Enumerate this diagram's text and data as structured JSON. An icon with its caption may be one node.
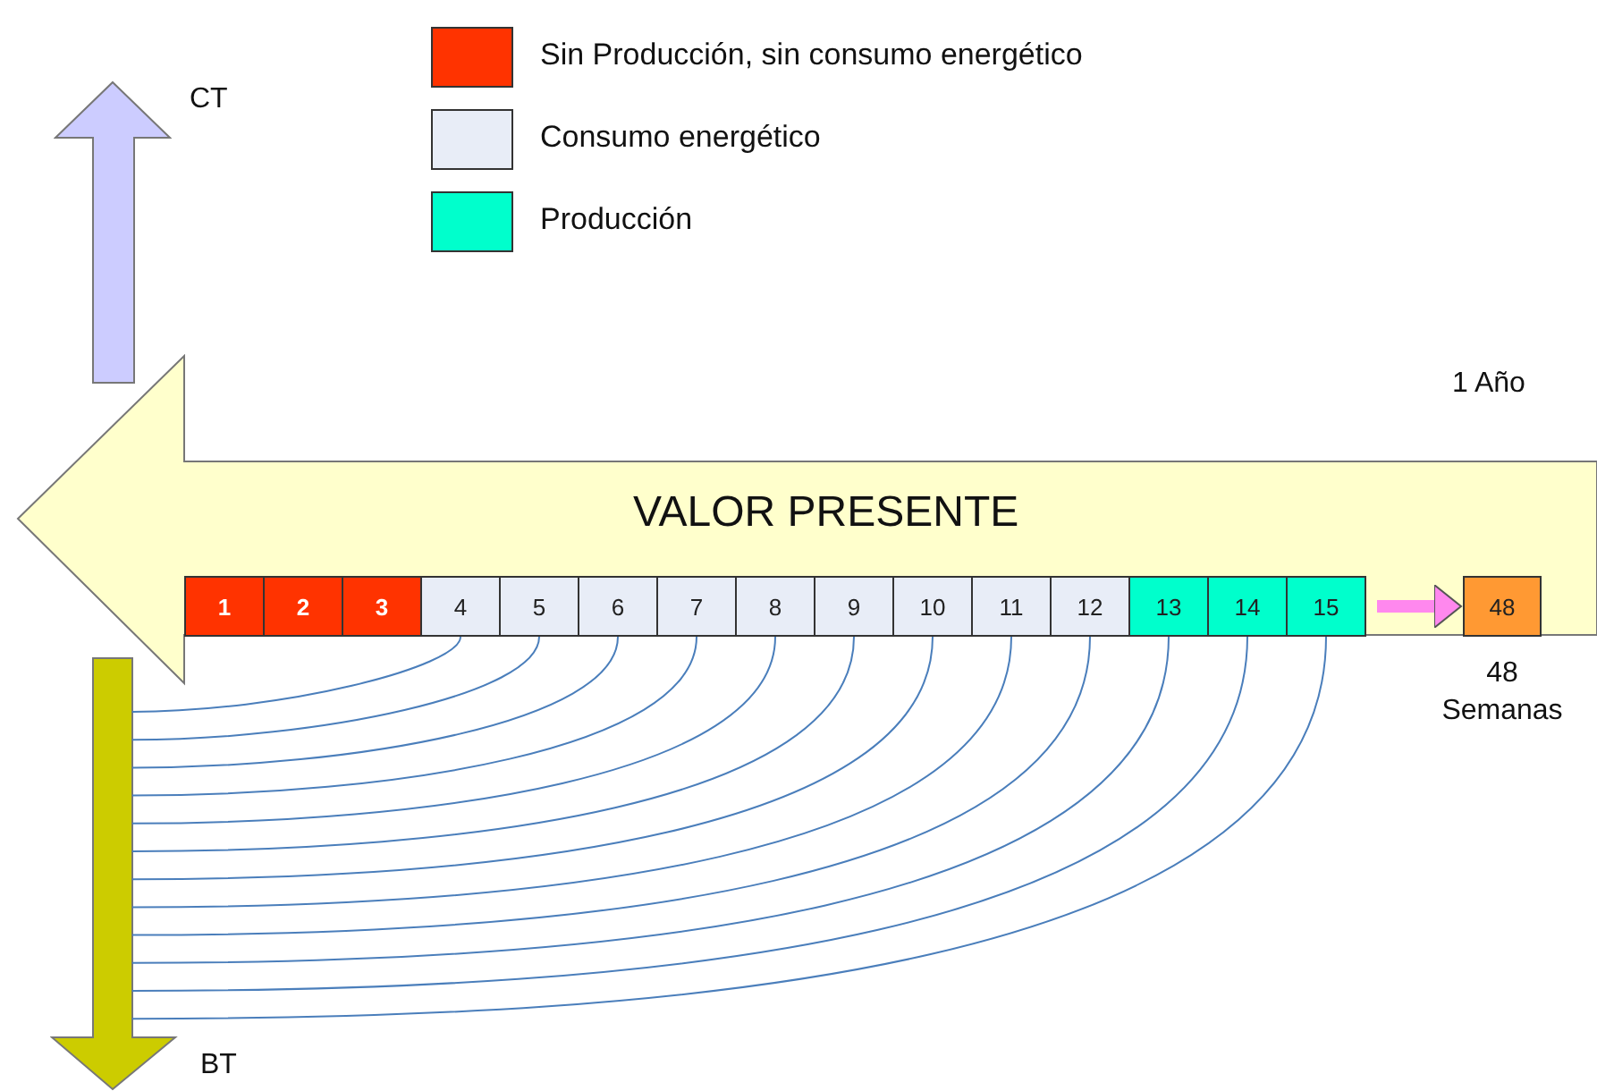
{
  "diagram": {
    "nodes": [
      {
        "text": [],
        "shape": "arrow",
        "beside": [
          "CT"
        ]
      },
      {
        "text": [
          "VALOR PRESENTE"
        ]
      },
      {
        "text": [
          "1"
        ],
        "in": 1
      },
      {
        "text": [
          "2"
        ],
        "in": 1
      },
      {
        "text": [
          "3"
        ],
        "in": 1
      },
      {
        "text": [
          "4"
        ],
        "in": 1
      },
      {
        "text": [
          "5"
        ],
        "in": 1
      },
      {
        "text": [
          "6"
        ],
        "in": 1
      },
      {
        "text": [
          "7"
        ],
        "in": 1
      },
      {
        "text": [
          "8"
        ],
        "in": 1
      },
      {
        "text": [
          "9"
        ],
        "in": 1
      },
      {
        "text": [
          "10"
        ],
        "in": 1
      },
      {
        "text": [
          "11"
        ],
        "in": 1
      },
      {
        "text": [
          "12"
        ],
        "in": 1
      },
      {
        "text": [
          "13"
        ],
        "in": 1
      },
      {
        "text": [
          "14"
        ],
        "in": 1
      },
      {
        "text": [
          "15"
        ],
        "in": 1
      },
      {
        "text": [
          "48"
        ],
        "in": 1,
        "beside": [
          "48 Semanas"
        ]
      },
      {
        "text": [],
        "shape": "arrow",
        "beside": [
          "BT"
        ]
      }
    ],
    "edges": [
      {
        "from": 5,
        "to": 18,
        "arrow": "none"
      },
      {
        "from": 6,
        "to": 18,
        "arrow": "none"
      },
      {
        "from": 7,
        "to": 18,
        "arrow": "none"
      },
      {
        "from": 8,
        "to": 18,
        "arrow": "none"
      },
      {
        "from": 9,
        "to": 18,
        "arrow": "none"
      },
      {
        "from": 10,
        "to": 18,
        "arrow": "none"
      },
      {
        "from": 11,
        "to": 18,
        "arrow": "none"
      },
      {
        "from": 12,
        "to": 18,
        "arrow": "none"
      },
      {
        "from": 13,
        "to": 18,
        "arrow": "none"
      },
      {
        "from": 14,
        "to": 18,
        "arrow": "none"
      },
      {
        "from": 15,
        "to": 18,
        "arrow": "none"
      },
      {
        "from": 16,
        "to": 18,
        "arrow": "none"
      },
      {
        "from": 16,
        "to": 17,
        "arrow": "to",
        "style": "thick",
        "color": "#ff88ee"
      }
    ],
    "labels": [
      "1 Año"
    ],
    "legend": [
      {
        "text": "Sin Producción, sin consumo energético",
        "color": "#ff3300"
      },
      {
        "text": "Consumo energético",
        "color": "#e8edf7"
      },
      {
        "text": "Producción",
        "color": "#00ffcc"
      }
    ]
  }
}
